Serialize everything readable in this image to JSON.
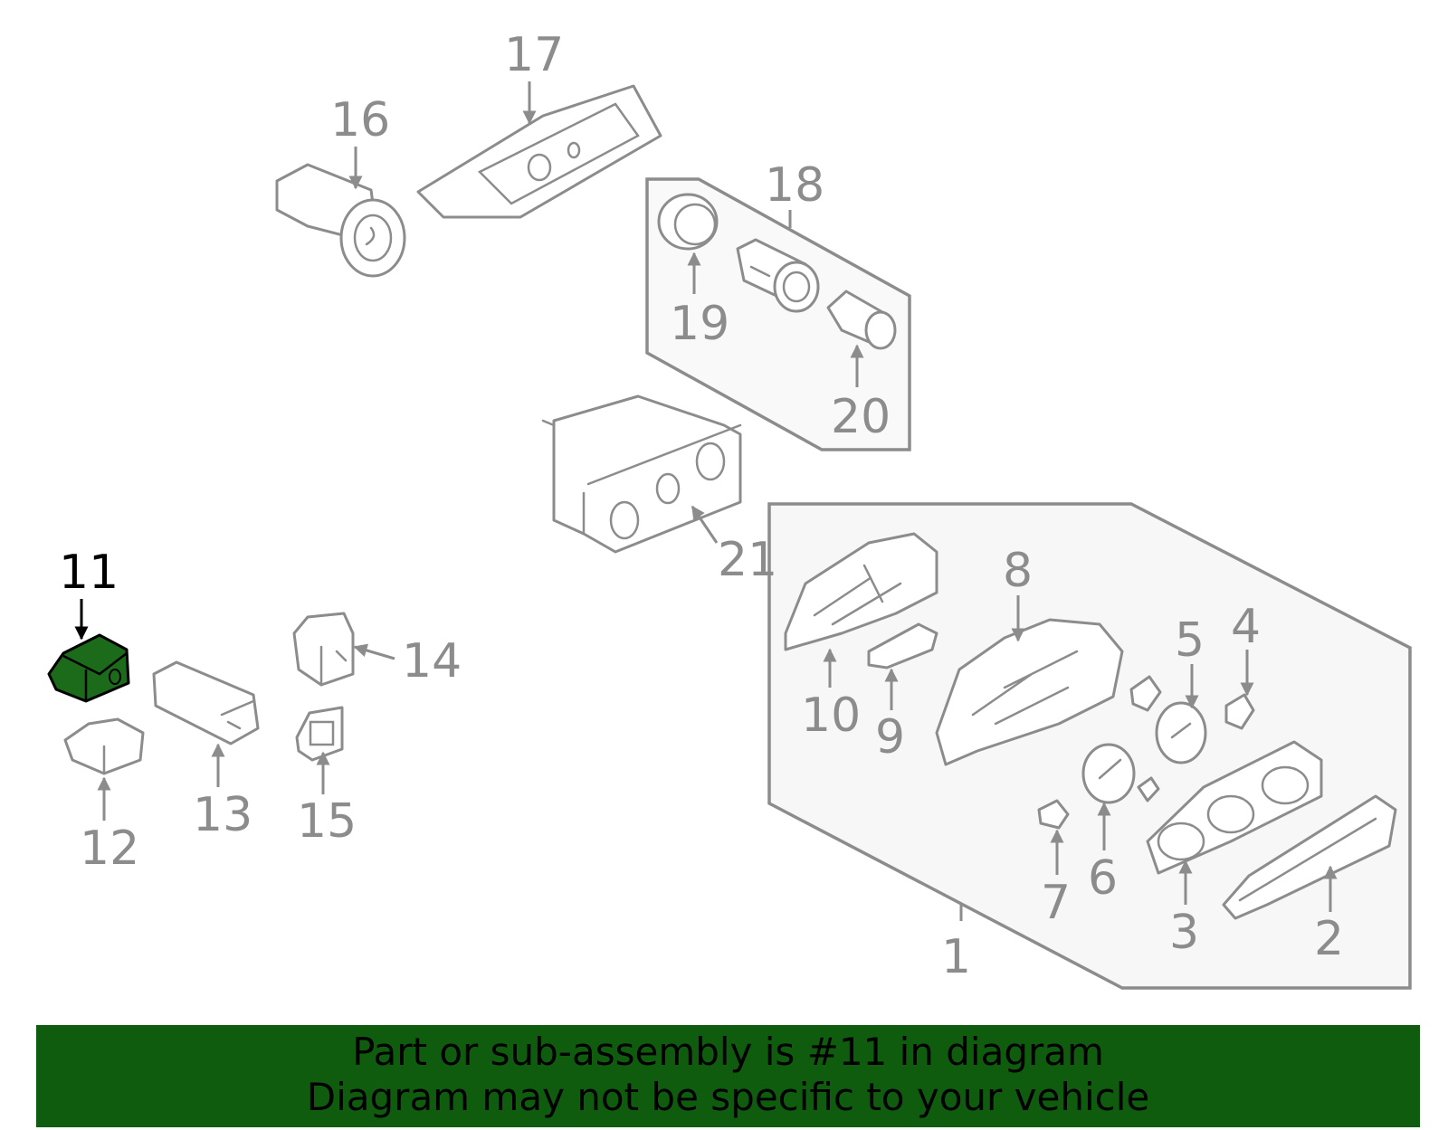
{
  "highlight": {
    "part_number": "11",
    "color": "#1b6b1b",
    "banner_color": "#0f5c0f"
  },
  "callouts": [
    "1",
    "2",
    "3",
    "4",
    "5",
    "6",
    "7",
    "8",
    "9",
    "10",
    "11",
    "12",
    "13",
    "14",
    "15",
    "16",
    "17",
    "18",
    "19",
    "20",
    "21"
  ],
  "banner": {
    "line1": "Part or sub-assembly is #11 in diagram",
    "line2": "Diagram may not be specific to your vehicle"
  }
}
